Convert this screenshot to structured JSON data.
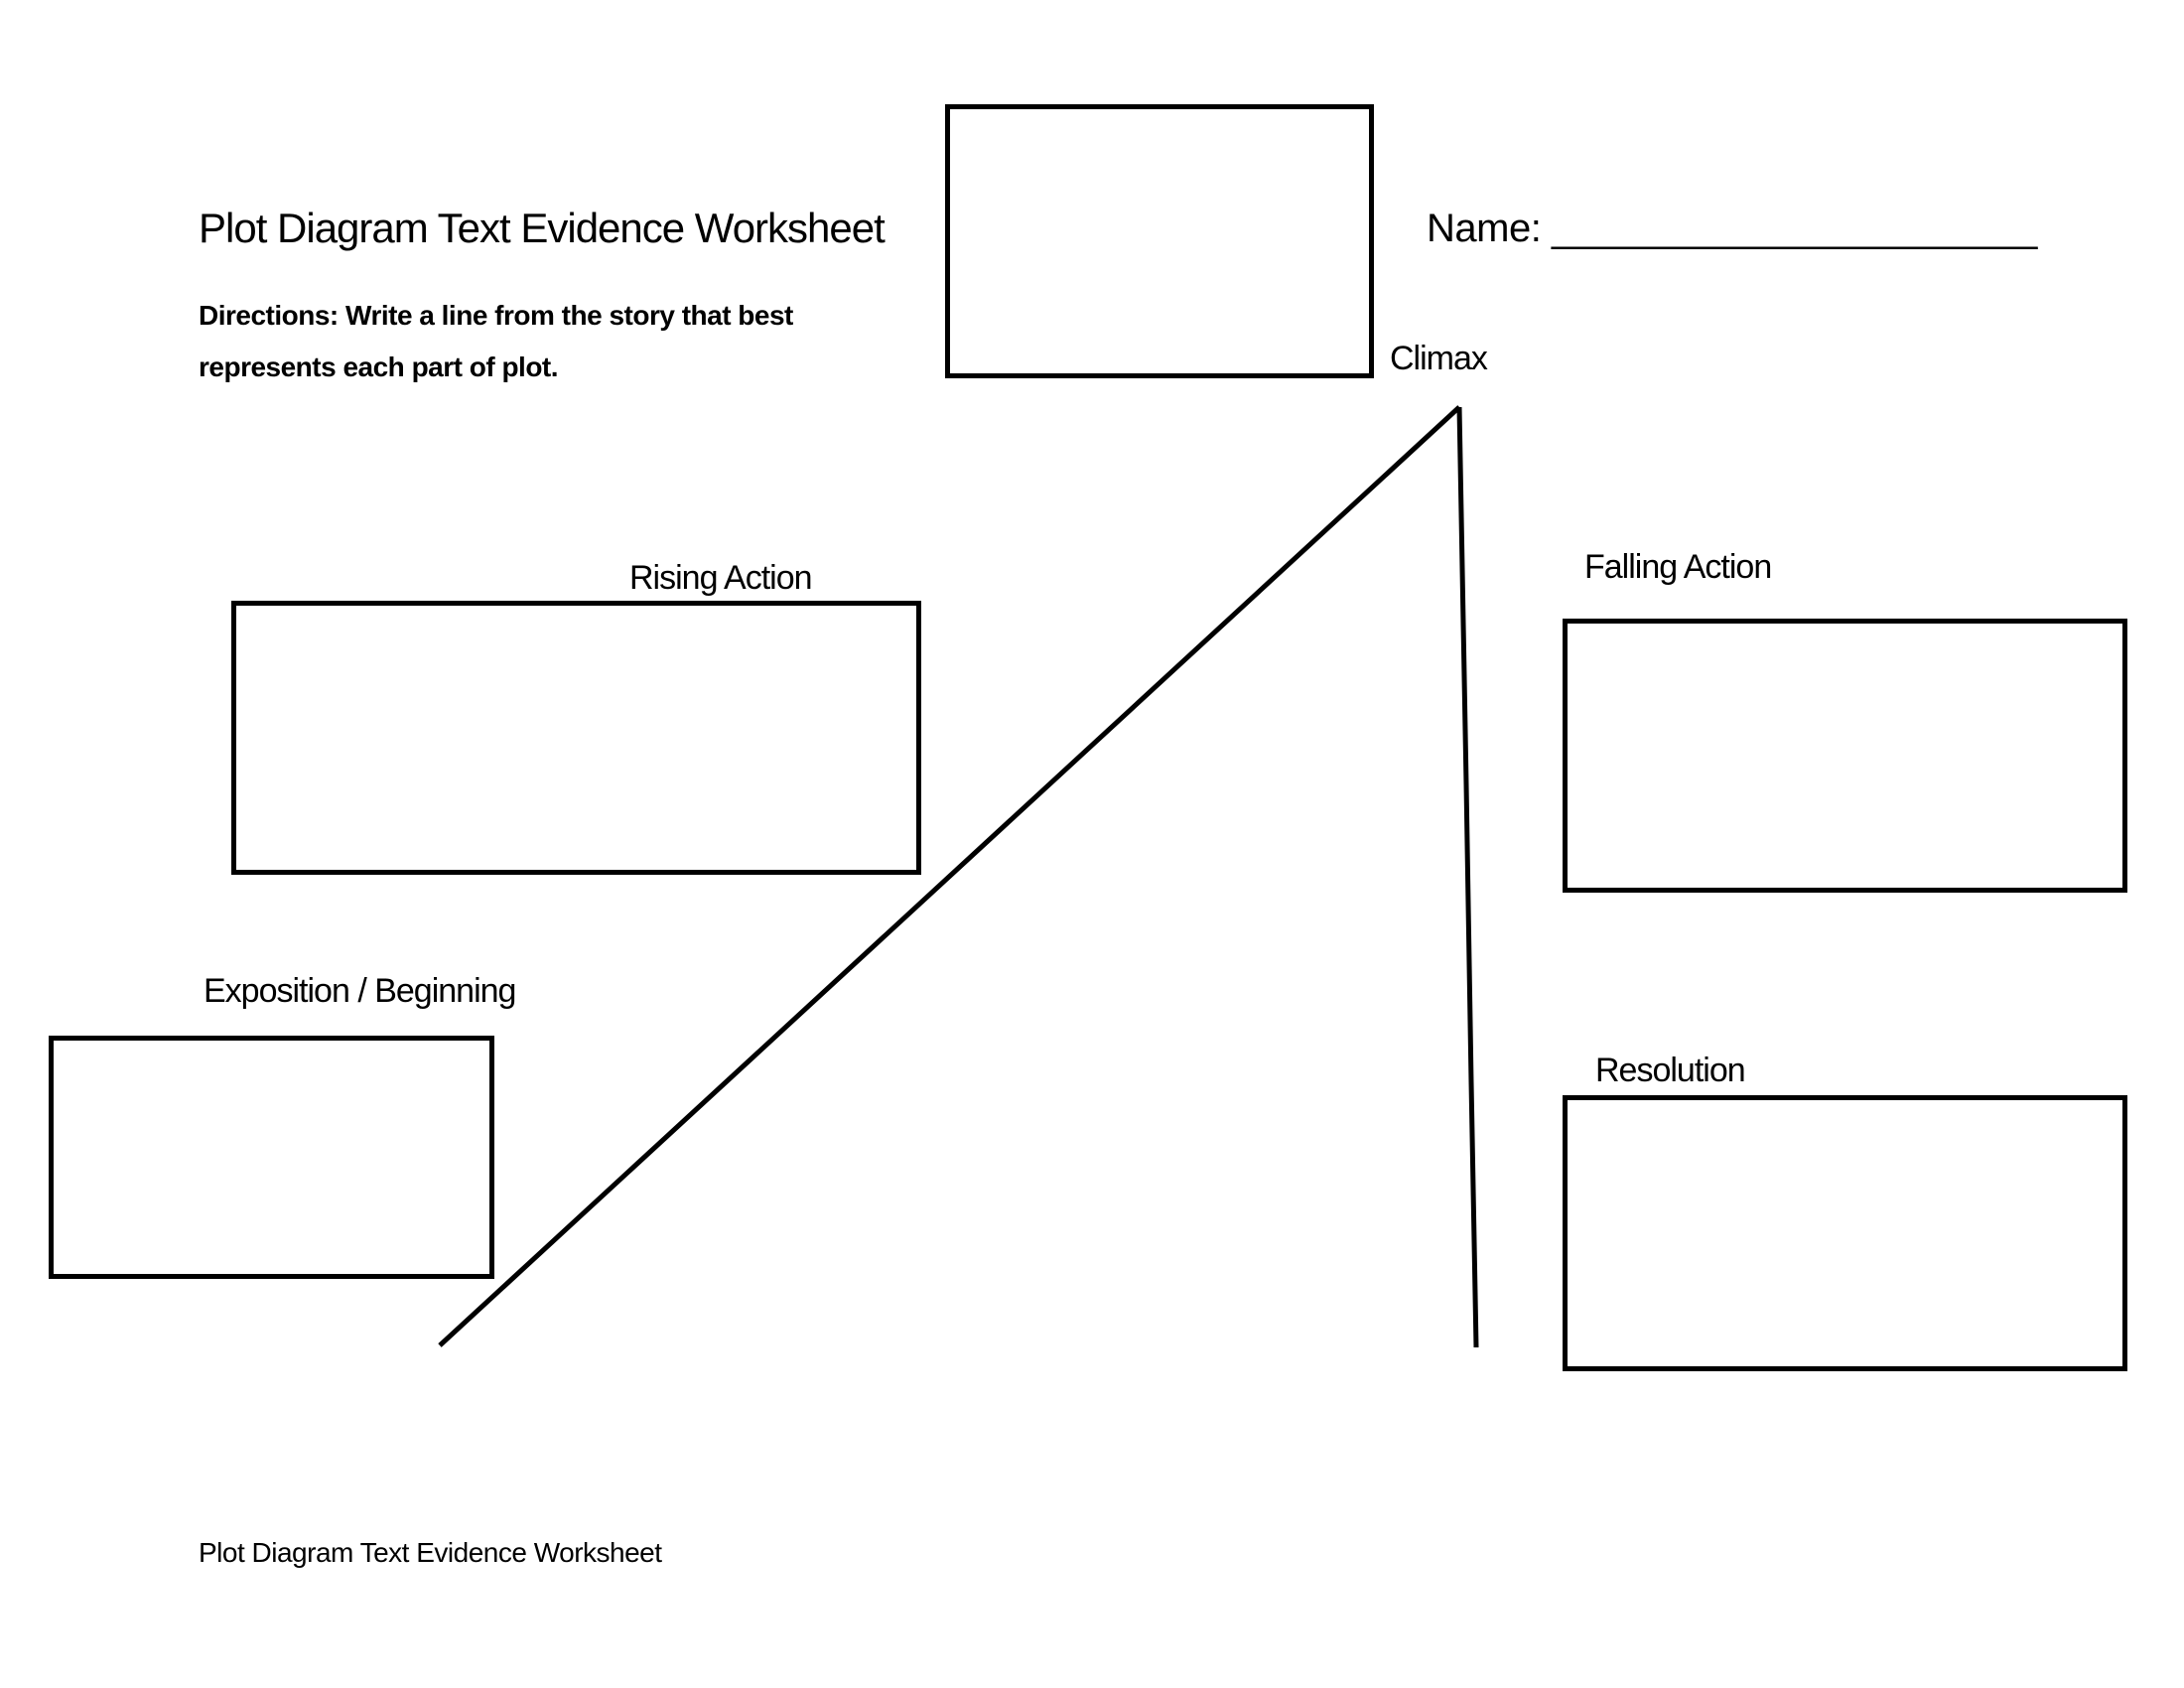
{
  "page": {
    "title": "Plot Diagram Text Evidence Worksheet",
    "name_label": "Name:",
    "name_blank": "______________________",
    "directions": [
      "Directions: Write a line from the story that best",
      "represents each part of plot."
    ],
    "footer": "Plot Diagram Text Evidence Worksheet"
  },
  "diagram": {
    "labels": {
      "climax": "Climax",
      "rising_action": "Rising Action",
      "falling_action": "Falling Action",
      "exposition": "Exposition / Beginning",
      "resolution": "Resolution"
    },
    "answer_boxes": [
      {
        "part": "climax",
        "value": ""
      },
      {
        "part": "rising_action",
        "value": ""
      },
      {
        "part": "falling_action",
        "value": ""
      },
      {
        "part": "exposition",
        "value": ""
      },
      {
        "part": "resolution",
        "value": ""
      }
    ],
    "colors": {
      "ink": "#000000",
      "paper": "#ffffff"
    }
  }
}
